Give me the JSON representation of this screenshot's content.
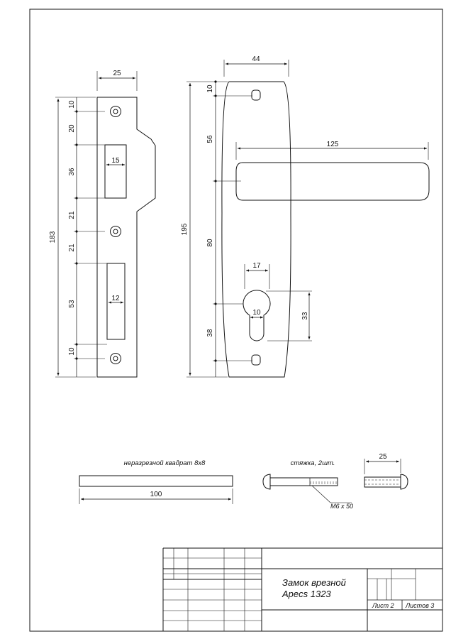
{
  "drawing": {
    "strike_plate": {
      "width_label": "25",
      "total_label": "183",
      "segments": [
        "10",
        "20",
        "36",
        "21",
        "21",
        "53",
        "10"
      ],
      "slot_top_width": "15",
      "slot_bottom_width": "12"
    },
    "handle": {
      "plate_width": "44",
      "total_height": "195",
      "lever_length": "125",
      "segments": [
        "10",
        "56",
        "80",
        "38"
      ],
      "cyl_width": "17",
      "cyl_small": "10",
      "cyl_height": "33"
    },
    "square_bar": {
      "caption": "неразрезной квадрат 8х8",
      "length": "100"
    },
    "screw": {
      "caption": "стяжка, 2шт.",
      "spec": "М6 х 50",
      "sleeve_length": "25"
    },
    "title_block": {
      "title_line1": "Замок врезной",
      "title_line2": "Apecs 1323",
      "sheet": "Лист 2",
      "sheets": "Листов 3"
    }
  }
}
